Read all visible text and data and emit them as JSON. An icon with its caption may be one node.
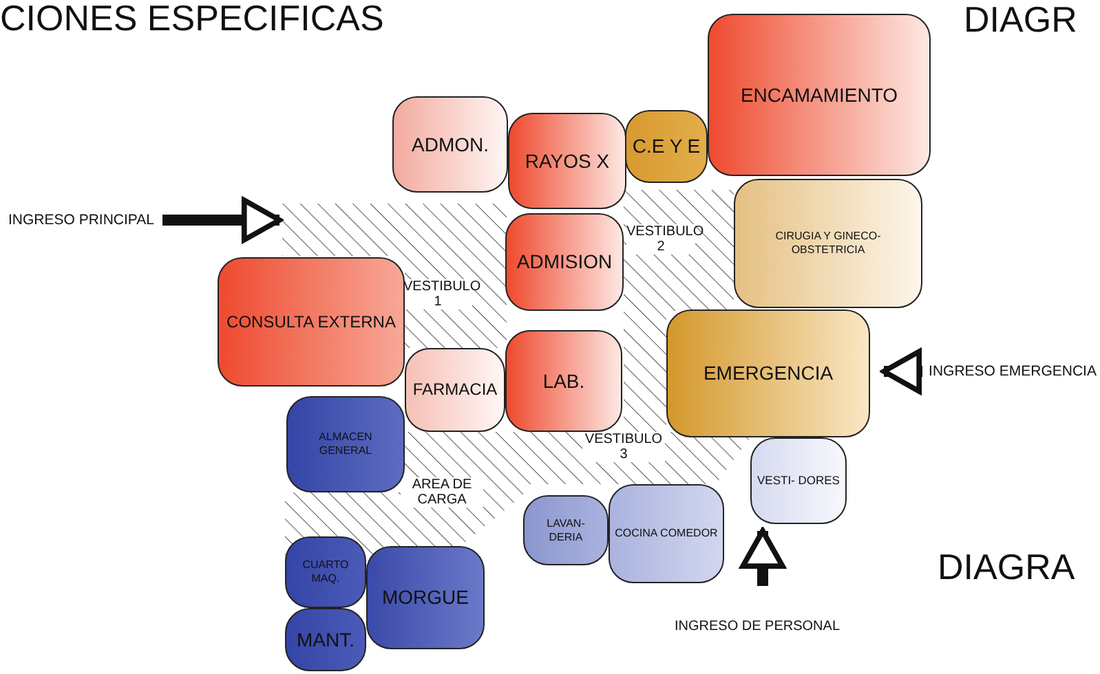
{
  "diagram": {
    "title": "CIONES ESPECIFICAS",
    "nodes": [
      {
        "text": [
          "INGRESO PRINCIPAL"
        ]
      },
      {
        "text": [
          "ADMON."
        ]
      },
      {
        "text": [
          "RAYOS X"
        ]
      },
      {
        "text": [
          "C.E Y E"
        ]
      },
      {
        "text": [
          "ENCAMAMIENTO"
        ]
      },
      {
        "text": [
          "CIRUGIA Y GINECO-OBSTETRICIA"
        ]
      },
      {
        "text": [
          "ADMISION"
        ]
      },
      {
        "text": [
          "CONSULTA EXTERNA"
        ]
      },
      {
        "text": [
          "FARMACIA"
        ]
      },
      {
        "text": [
          "LAB."
        ]
      },
      {
        "text": [
          "EMERGENCIA"
        ]
      },
      {
        "text": [
          "INGRESO EMERGENCIA"
        ]
      },
      {
        "text": [
          "ALMACEN GENERAL"
        ]
      },
      {
        "text": [
          "VESTI- DORES"
        ]
      },
      {
        "text": [
          "LAVAN- DERIA"
        ]
      },
      {
        "text": [
          "COCINA COMEDOR"
        ]
      },
      {
        "text": [
          "CUARTO MAQ."
        ]
      },
      {
        "text": [
          "MORGUE"
        ]
      },
      {
        "text": [
          "MANT."
        ]
      },
      {
        "text": [
          "INGRESO DE PERSONAL"
        ]
      },
      {
        "text": [
          "VESTIBULO 1"
        ]
      },
      {
        "text": [
          "VESTIBULO 2"
        ]
      },
      {
        "text": [
          "VESTIBULO 3",
          "AREA DE CARGA"
        ]
      }
    ],
    "edges": [
      {
        "from": 0,
        "to": 20,
        "arrow": "to"
      },
      {
        "from": 11,
        "to": 10,
        "arrow": "to"
      },
      {
        "from": 19,
        "to": 13,
        "arrow": "to"
      }
    ],
    "labels": [
      "DIAGR",
      "DIAGRA"
    ]
  }
}
